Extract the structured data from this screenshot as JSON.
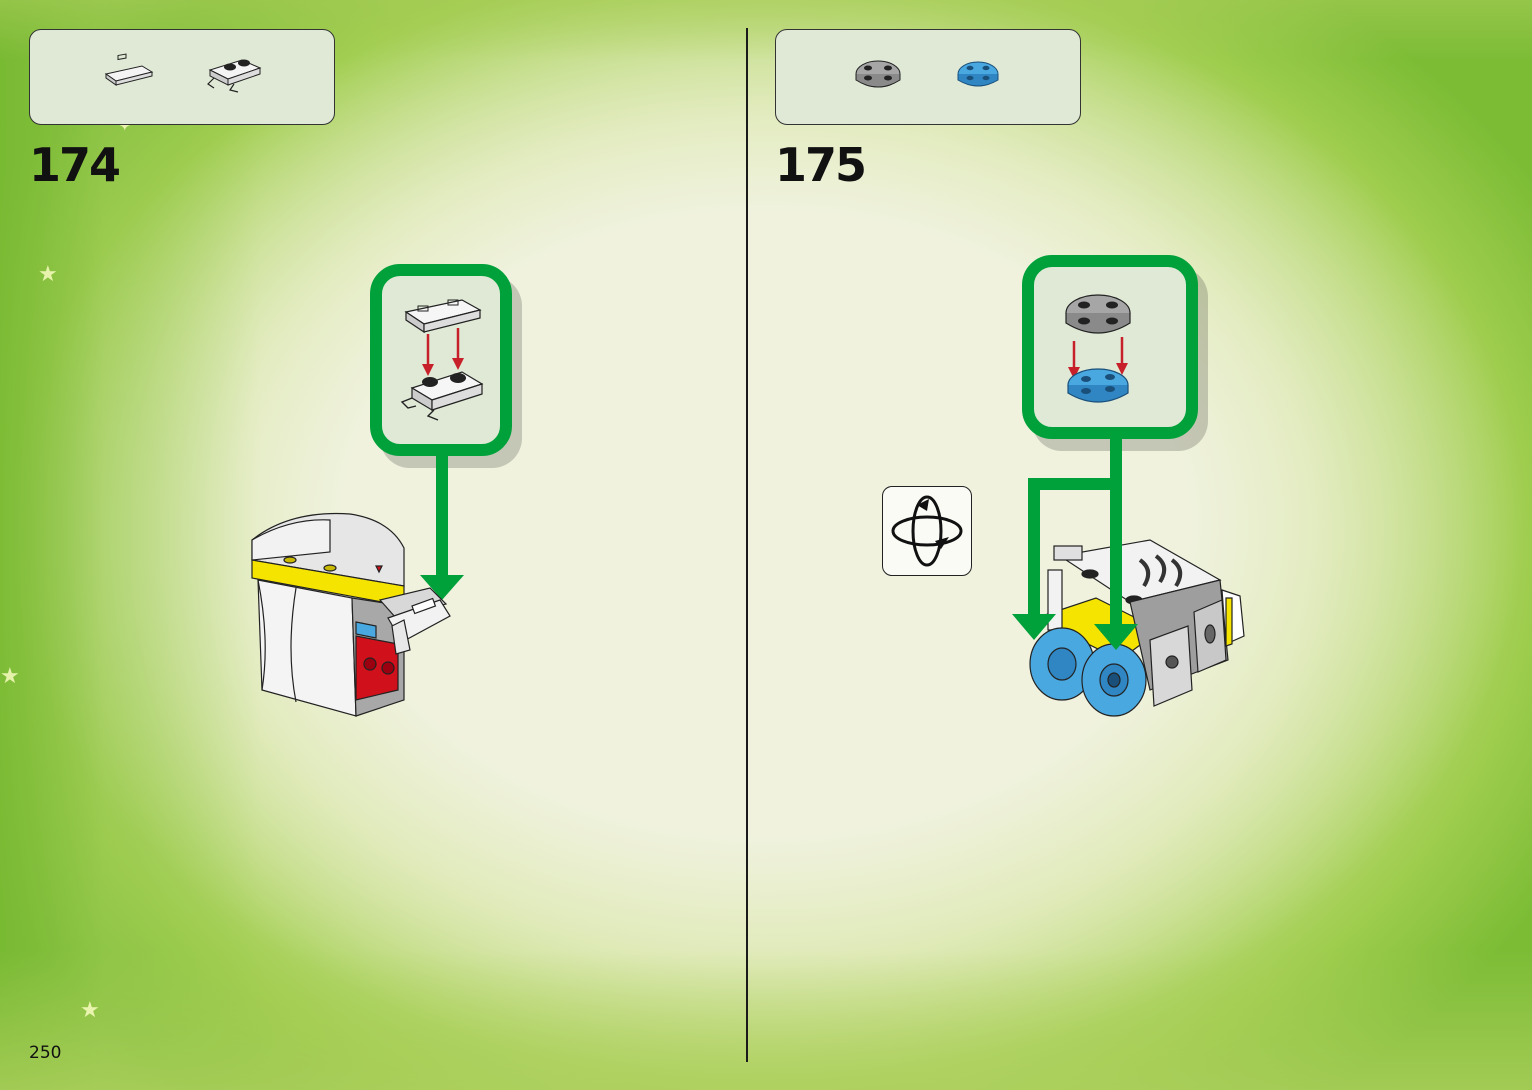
{
  "page": {
    "number": "250"
  },
  "steps": [
    {
      "number": "174",
      "parts": [
        "white-jumper-plate",
        "white-plate-with-clips"
      ]
    },
    {
      "number": "175",
      "parts": [
        "gray-round-plate",
        "trans-blue-round-plate"
      ]
    }
  ],
  "colors": {
    "arrow_green": "#00a13a",
    "arrow_red": "#c8202a",
    "callout_fill": "#dfe9d6",
    "brick_yellow": "#f4e400",
    "brick_red": "#d0101a",
    "trans_blue": "#4aa8e0"
  },
  "icons": {
    "rotate": "rotate-model-icon"
  }
}
